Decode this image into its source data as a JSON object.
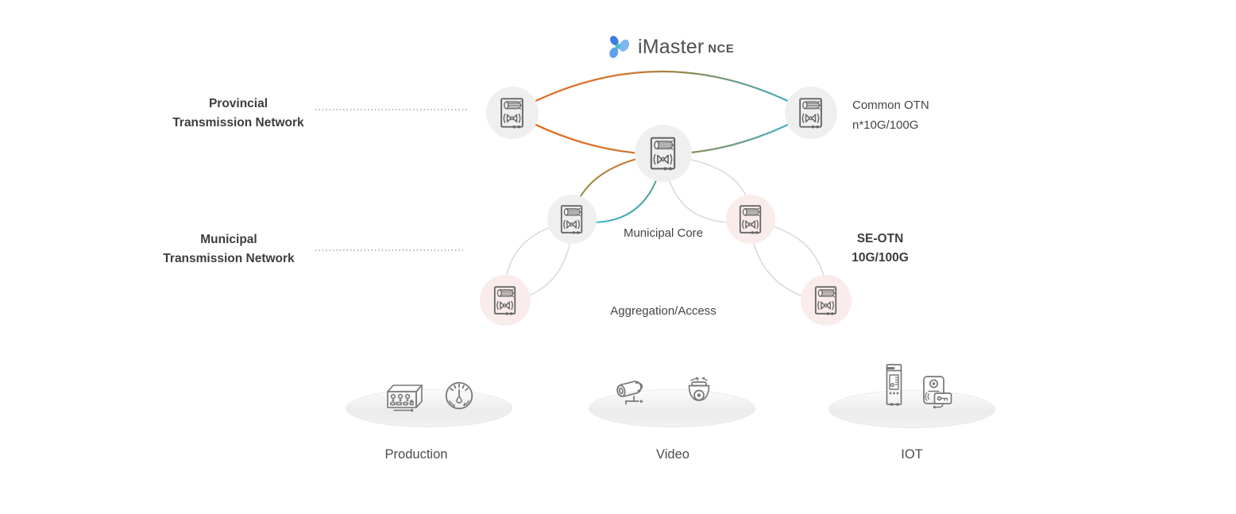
{
  "colors": {
    "orange": "#EC6418",
    "cyan": "#36B6D8",
    "olive_mid": "#8F8A52",
    "line_gray": "#DBDBDB",
    "dotted_leader": "#9C9C9C",
    "node_gray": "#EFEFEF",
    "node_pink": "#FAECEB",
    "icon_stroke": "#666666",
    "text_primary": "#3D3D3D",
    "text_secondary": "#4A4A4A",
    "logo_blue_dark": "#3D7CE0",
    "logo_blue_light": "#7FB5F0",
    "logo_blue_mid": "#5EA0EE",
    "logo_teal": "#3FC3CC"
  },
  "logo": {
    "brand": "iMaster",
    "suffix": "NCE",
    "icon": "pinwheel-icon"
  },
  "labels": {
    "provincial": {
      "line1": "Provincial",
      "line2": "Transmission Network"
    },
    "municipal": {
      "line1": "Municipal",
      "line2": "Transmission Network"
    },
    "common_otn": {
      "line1": "Common OTN",
      "line2": "n*10G/100G"
    },
    "municipal_core": "Municipal Core",
    "se_otn": {
      "line1": "SE-OTN",
      "line2": "10G/100G"
    },
    "aggregation": "Aggregation/Access"
  },
  "nodes": [
    {
      "name": "provincial-otn-node-left",
      "tier": "provincial",
      "style": "gray"
    },
    {
      "name": "provincial-otn-node-right",
      "tier": "provincial",
      "style": "gray"
    },
    {
      "name": "municipal-core-otn-node",
      "tier": "municipal-core",
      "style": "gray"
    },
    {
      "name": "municipal-otn-node-left",
      "tier": "municipal",
      "style": "gray"
    },
    {
      "name": "municipal-otn-node-right",
      "tier": "municipal",
      "style": "pink"
    },
    {
      "name": "aggregation-otn-node-left",
      "tier": "aggregation",
      "style": "pink"
    },
    {
      "name": "aggregation-otn-node-right",
      "tier": "aggregation",
      "style": "pink"
    }
  ],
  "platforms": [
    {
      "label": "Production",
      "icons": [
        "industrial-controller-icon",
        "gauge-icon"
      ]
    },
    {
      "label": "Video",
      "icons": [
        "cctv-camera-icon",
        "dome-camera-icon"
      ]
    },
    {
      "label": "IOT",
      "icons": [
        "smart-meter-icon",
        "access-control-icon"
      ]
    }
  ]
}
